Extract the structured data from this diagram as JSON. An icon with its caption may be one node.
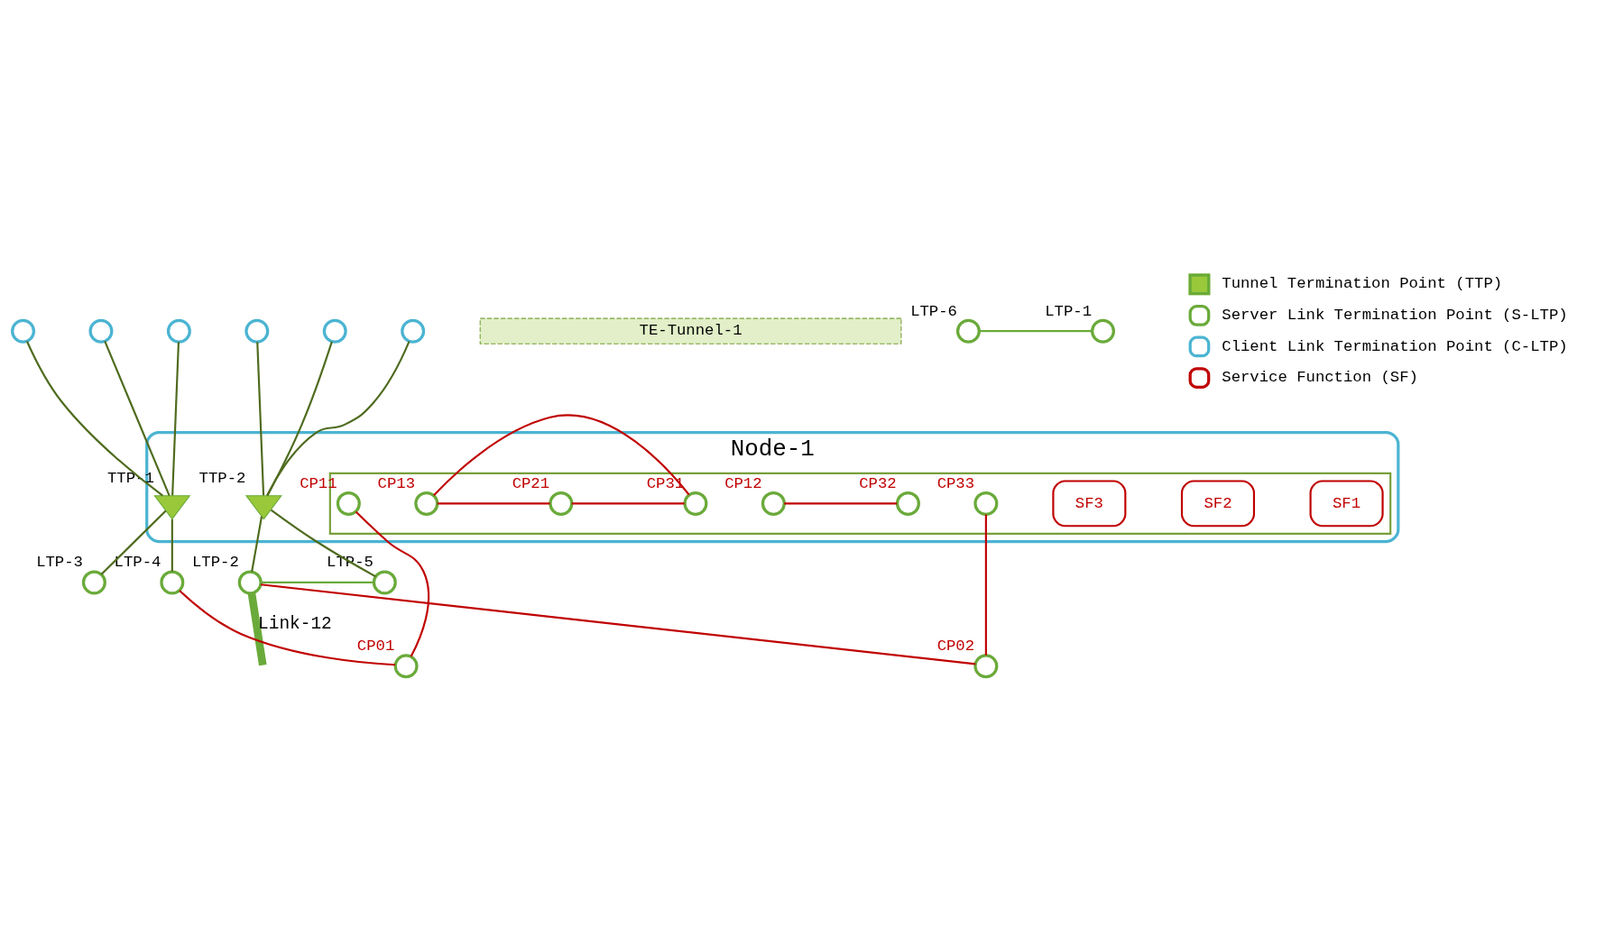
{
  "diagram": {
    "nodes": [
      {
        "text": [
          "Node-1"
        ]
      },
      {
        "text": [],
        "shape": "circle"
      },
      {
        "text": [],
        "shape": "circle"
      },
      {
        "text": [],
        "shape": "circle"
      },
      {
        "text": [],
        "shape": "circle"
      },
      {
        "text": [],
        "shape": "circle"
      },
      {
        "text": [],
        "shape": "circle"
      },
      {
        "text": [],
        "shape": "triangle",
        "beside": [
          "TTP-1"
        ],
        "in": 0
      },
      {
        "text": [],
        "shape": "triangle",
        "beside": [
          "TTP-2"
        ],
        "in": 0
      },
      {
        "text": [
          "TE-Tunnel-1"
        ]
      },
      {
        "text": [],
        "shape": "circle",
        "beside": [
          "LTP-6"
        ]
      },
      {
        "text": [],
        "shape": "circle",
        "beside": [
          "LTP-1"
        ]
      },
      {
        "text": [],
        "shape": "circle",
        "beside": [
          "LTP-5"
        ]
      },
      {
        "text": [],
        "shape": "circle",
        "beside": [
          "LTP-2"
        ]
      },
      {
        "text": [],
        "shape": "circle",
        "beside": [
          "LTP-4"
        ]
      },
      {
        "text": [],
        "shape": "circle",
        "beside": [
          "LTP-3"
        ]
      },
      {
        "text": [],
        "shape": "box",
        "in": 0
      },
      {
        "text": [],
        "shape": "circle",
        "beside": [
          "CP01"
        ]
      },
      {
        "text": [],
        "shape": "circle",
        "beside": [
          "CP02"
        ]
      },
      {
        "text": [
          "SF1"
        ],
        "in": 16
      },
      {
        "text": [
          "SF2"
        ],
        "in": 16
      },
      {
        "text": [
          "SF3"
        ],
        "in": 16
      },
      {
        "text": [],
        "shape": "circle",
        "beside": [
          "CP11"
        ],
        "in": 16
      },
      {
        "text": [],
        "shape": "circle",
        "beside": [
          "CP12"
        ],
        "in": 16
      },
      {
        "text": [],
        "shape": "circle",
        "beside": [
          "CP13"
        ],
        "in": 16
      },
      {
        "text": [],
        "shape": "circle",
        "beside": [
          "CP21"
        ],
        "in": 16
      },
      {
        "text": [],
        "shape": "circle",
        "beside": [
          "CP31"
        ],
        "in": 16
      },
      {
        "text": [],
        "shape": "circle",
        "beside": [
          "CP32"
        ],
        "in": 16
      },
      {
        "text": [],
        "shape": "circle",
        "beside": [
          "CP33"
        ],
        "in": 16
      }
    ],
    "edges": [
      {
        "from": 1,
        "to": 7,
        "arrow": "none"
      },
      {
        "from": 2,
        "to": 7,
        "arrow": "none"
      },
      {
        "from": 3,
        "to": 7,
        "arrow": "none"
      },
      {
        "from": 4,
        "to": 8,
        "arrow": "none"
      },
      {
        "from": 5,
        "to": 8,
        "arrow": "none"
      },
      {
        "from": 6,
        "to": 8,
        "arrow": "none"
      },
      {
        "from": 7,
        "to": 14,
        "arrow": "none"
      },
      {
        "from": 7,
        "to": 15,
        "arrow": "none"
      },
      {
        "from": 8,
        "to": 12,
        "arrow": "none"
      },
      {
        "from": 8,
        "to": 13,
        "arrow": "none"
      },
      {
        "from": 10,
        "to": 11,
        "arrow": "none",
        "color": "#6aaa3a"
      },
      {
        "from": 12,
        "to": 13,
        "arrow": "none",
        "color": "#6aaa3a"
      },
      {
        "from": 13,
        "to": null,
        "arrow": "none",
        "label": "Link-12",
        "style": "thick",
        "color": "#6aaa3a"
      },
      {
        "from": 14,
        "to": 17,
        "arrow": "none",
        "color": "#c00000"
      },
      {
        "from": 17,
        "to": 22,
        "arrow": "none",
        "color": "#c00000"
      },
      {
        "from": 24,
        "to": 25,
        "arrow": "none",
        "color": "#c00000"
      },
      {
        "from": 25,
        "to": 26,
        "arrow": "none",
        "color": "#c00000"
      },
      {
        "from": 24,
        "to": 26,
        "arrow": "none",
        "color": "#c00000"
      },
      {
        "from": 23,
        "to": 27,
        "arrow": "none",
        "color": "#c00000"
      },
      {
        "from": 28,
        "to": 18,
        "arrow": "none",
        "color": "#c00000"
      },
      {
        "from": 18,
        "to": 13,
        "arrow": "none",
        "color": "#c00000"
      }
    ],
    "legend": [
      {
        "text": "Tunnel Termination Point (TTP)"
      },
      {
        "text": "Server Link Termination Point (S-LTP)"
      },
      {
        "text": "Client Link Termination Point (C-LTP)"
      },
      {
        "text": "Service Function (SF)"
      }
    ]
  }
}
